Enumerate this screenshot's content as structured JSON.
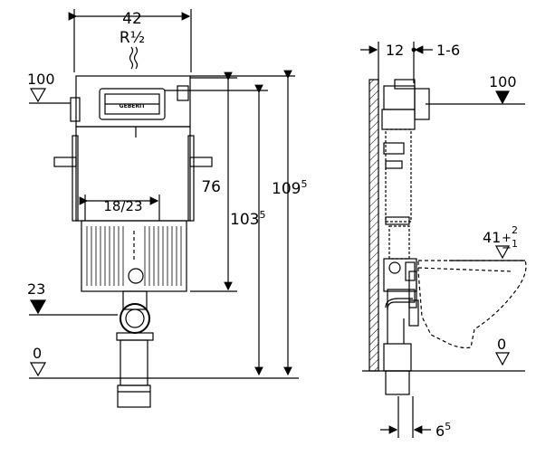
{
  "front_view": {
    "width_label": "42",
    "water_inlet_label": "R½",
    "level_top_label": "100",
    "level_mid_label": "23",
    "level_floor_label": "0",
    "inner_span_label": "18/23",
    "height_a_label": "76",
    "height_b_main": "103",
    "height_b_sup": "5",
    "height_c_main": "109",
    "height_c_sup": "5",
    "brand_text": "GEBERIT"
  },
  "side_view": {
    "wall_offset_label": "12",
    "adjust_label": "1-6",
    "level_top_label": "100",
    "bowl_height_main": "41",
    "bowl_tol_plus": "+",
    "bowl_tol_minus": "−",
    "bowl_tol_up": "2",
    "bowl_tol_down": "1",
    "level_floor_label": "0",
    "depth_main": "6",
    "depth_sup": "5"
  }
}
